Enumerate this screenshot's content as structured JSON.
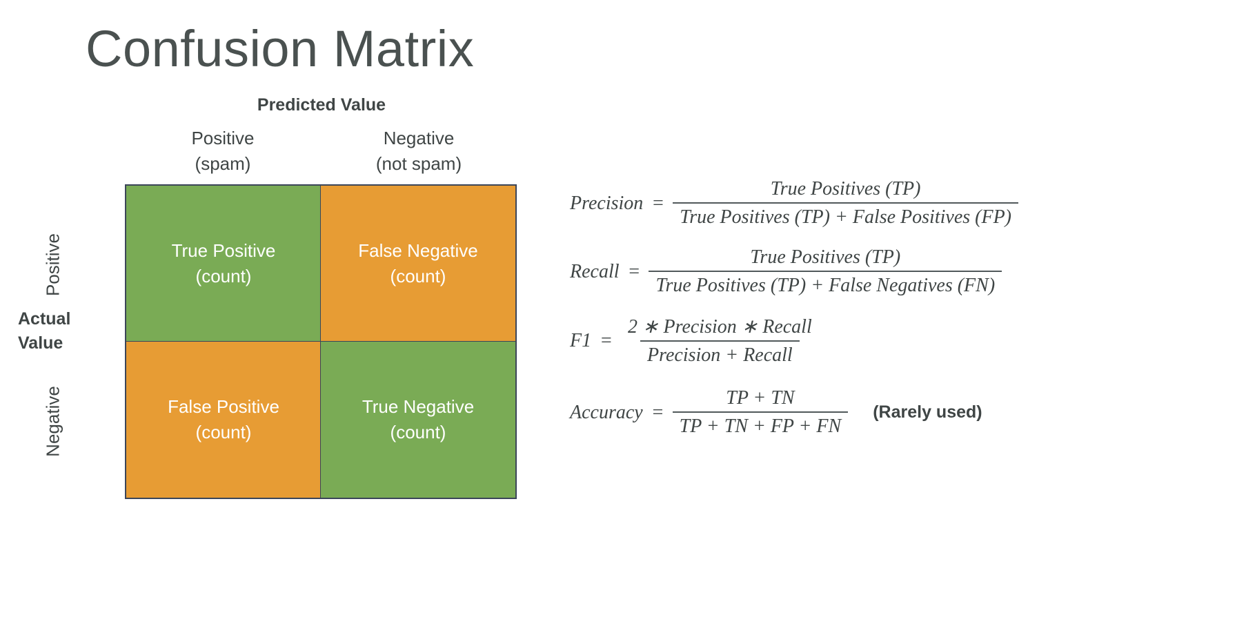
{
  "title": "Confusion Matrix",
  "matrix": {
    "predicted_axis_title": "Predicted Value",
    "actual_axis_title_line1": "Actual",
    "actual_axis_title_line2": "Value",
    "column_headers": [
      {
        "label": "Positive",
        "sublabel": "(spam)"
      },
      {
        "label": "Negative",
        "sublabel": "(not spam)"
      }
    ],
    "row_headers": [
      {
        "label": "Positive"
      },
      {
        "label": "Negative"
      }
    ],
    "cells": [
      {
        "label": "True Positive",
        "sublabel": "(count)",
        "color": "#7aab55",
        "tone": "green"
      },
      {
        "label": "False Negative",
        "sublabel": "(count)",
        "color": "#e79c34",
        "tone": "orange"
      },
      {
        "label": "False Positive",
        "sublabel": "(count)",
        "color": "#e79c34",
        "tone": "orange"
      },
      {
        "label": "True Negative",
        "sublabel": "(count)",
        "color": "#7aab55",
        "tone": "green"
      }
    ],
    "border_color": "#3b4559",
    "cell_text_color": "#ffffff"
  },
  "formulas": [
    {
      "name": "precision",
      "lhs": "Precision",
      "eq": "=",
      "numerator": "True Positives (TP)",
      "denominator": "True Positives (TP) + False Positives (FP)"
    },
    {
      "name": "recall",
      "lhs": "Recall",
      "eq": "=",
      "numerator": "True Positives (TP)",
      "denominator": "True Positives (TP) + False Negatives (FN)"
    },
    {
      "name": "f1",
      "lhs": "F1",
      "eq": "=",
      "numerator": "2  ∗ Precision  ∗ Recall",
      "denominator": "Precision + Recall"
    },
    {
      "name": "accuracy",
      "lhs": "Accuracy",
      "eq": "=",
      "numerator": "TP + TN",
      "denominator": "TP + TN + FP + FN",
      "note": "(Rarely used)"
    }
  ],
  "colors": {
    "text": "#3f4545",
    "title": "#4a5150",
    "green": "#7aab55",
    "orange": "#e79c34",
    "border": "#3b4559"
  }
}
